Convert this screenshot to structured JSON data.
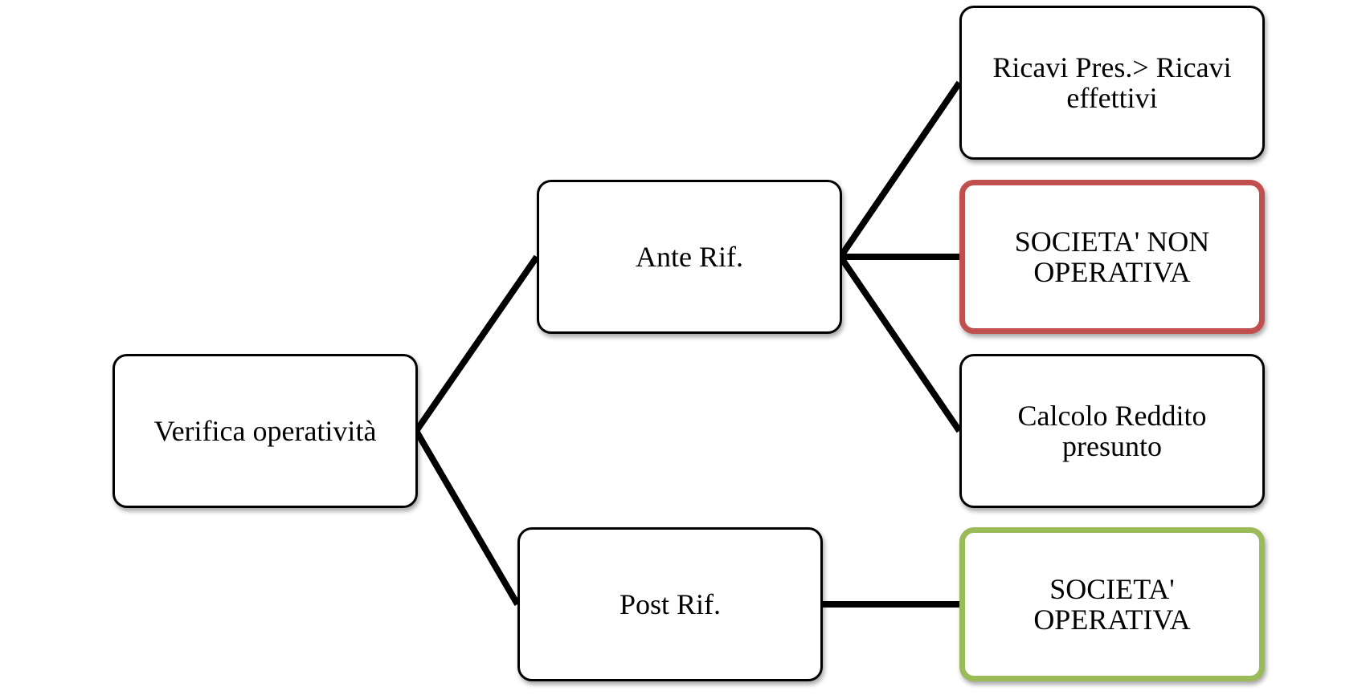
{
  "nodes": {
    "root": "Verifica operatività",
    "ante": "Ante Rif.",
    "post": "Post Rif.",
    "ricavi": "Ricavi Pres.> Ricavi effettivi",
    "non_operativa": "SOCIETA' NON OPERATIVA",
    "calcolo": "Calcolo Reddito presunto",
    "operativa": "SOCIETA' OPERATIVA"
  },
  "colors": {
    "non_operativa_border": "#c0504d",
    "operativa_border": "#9bbb59",
    "default_border": "#000000"
  }
}
